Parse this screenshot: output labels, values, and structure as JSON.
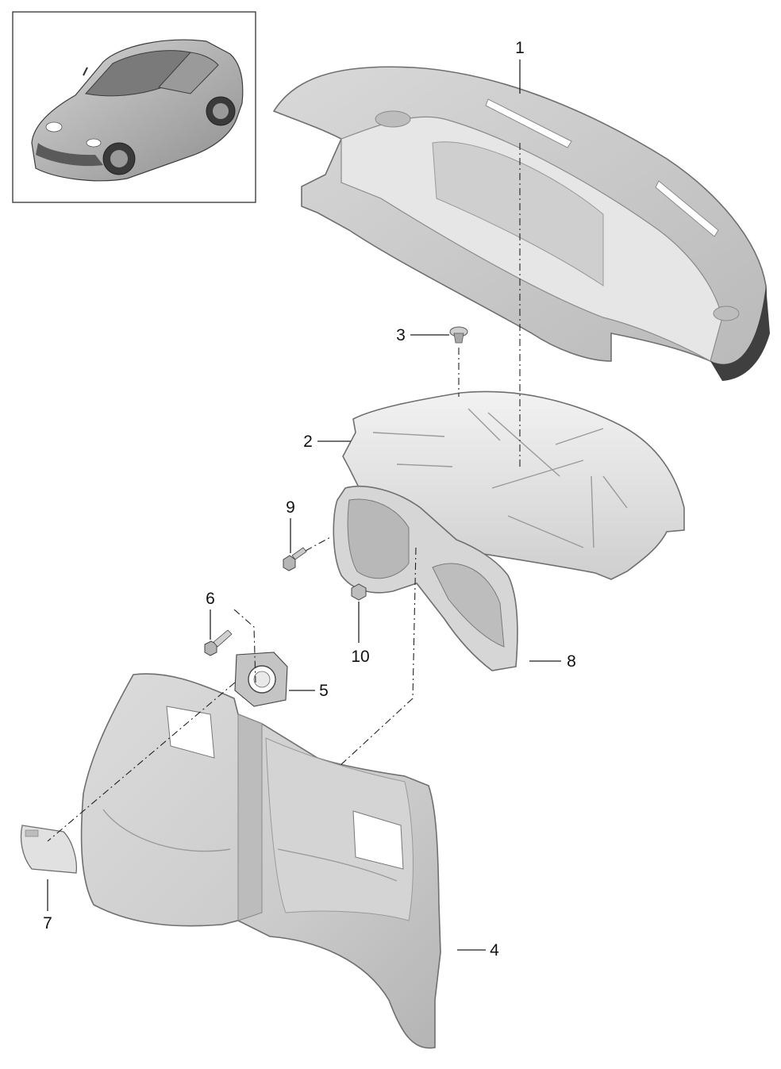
{
  "diagram": {
    "callouts": [
      {
        "id": "1",
        "label": "1"
      },
      {
        "id": "2",
        "label": "2"
      },
      {
        "id": "3",
        "label": "3"
      },
      {
        "id": "4",
        "label": "4"
      },
      {
        "id": "5",
        "label": "5"
      },
      {
        "id": "6",
        "label": "6"
      },
      {
        "id": "7",
        "label": "7"
      },
      {
        "id": "8",
        "label": "8"
      },
      {
        "id": "9",
        "label": "9"
      },
      {
        "id": "10",
        "label": "10"
      }
    ]
  },
  "colors": {
    "part_light": "#e4e4e4",
    "part_mid": "#c9c9c9",
    "part_dark": "#8c8c8c",
    "part_edge": "#3d3d3d",
    "car_body": "#b9b9b9",
    "car_dark": "#4a4a4a",
    "line": "#222222"
  }
}
